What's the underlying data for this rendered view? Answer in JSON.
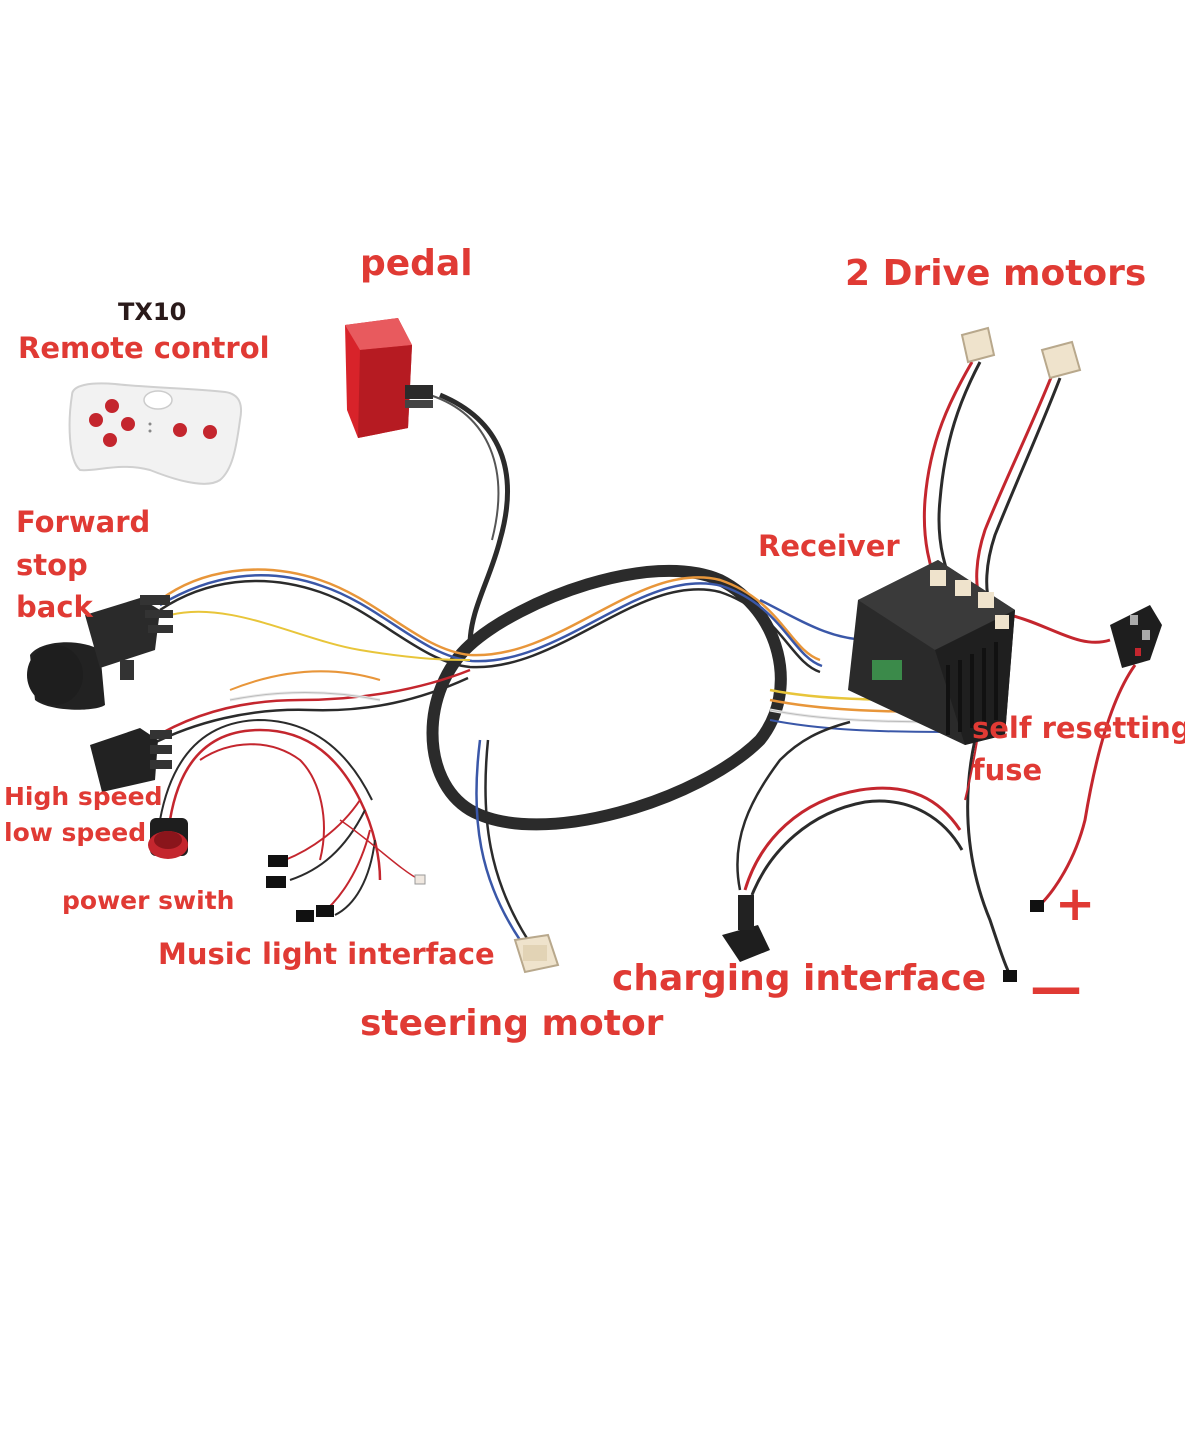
{
  "labels": {
    "pedal": "pedal",
    "drive_motors": "2 Drive motors",
    "remote_model": "TX10",
    "remote_control": "Remote control",
    "gear_forward": "Forward",
    "gear_stop": "stop",
    "gear_back": "back",
    "receiver": "Receiver",
    "fuse_line1": "self resetting",
    "fuse_line2": "fuse",
    "speed_high": "High speed",
    "speed_low": "low speed",
    "power_switch": "power swith",
    "music_light": "Music light interface",
    "steering_motor": "steering motor",
    "charging": "charging interface",
    "plus": "+",
    "minus": "—"
  },
  "colors": {
    "label": "#e03a34",
    "harness": "#2b2b2b",
    "wire_red": "#c4262e",
    "wire_blue": "#3a57a8",
    "wire_orange": "#e8963a",
    "wire_yellow": "#e8c53a",
    "wire_white": "#e8e8e8",
    "pedal_red": "#d8232a",
    "connector_beige": "#efe3cc"
  }
}
